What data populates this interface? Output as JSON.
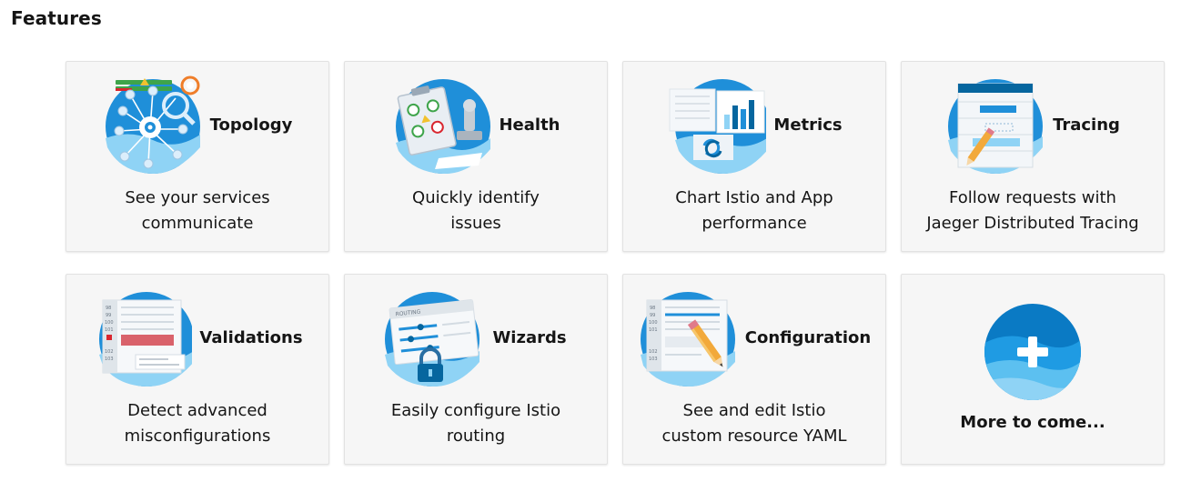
{
  "section": {
    "title": "Features"
  },
  "cards": [
    {
      "title": "Topology",
      "line1": "See your services",
      "line2": "communicate",
      "icon": "topology-icon"
    },
    {
      "title": "Health",
      "line1": "Quickly identify",
      "line2": "issues",
      "icon": "health-icon"
    },
    {
      "title": "Metrics",
      "line1": "Chart Istio and App",
      "line2": "performance",
      "icon": "metrics-icon"
    },
    {
      "title": "Tracing",
      "line1": "Follow requests with",
      "line2": "Jaeger Distributed Tracing",
      "icon": "tracing-icon"
    },
    {
      "title": "Validations",
      "line1": "Detect advanced",
      "line2": "misconfigurations",
      "icon": "validations-icon"
    },
    {
      "title": "Wizards",
      "line1": "Easily configure Istio",
      "line2": "routing",
      "icon": "wizards-icon"
    },
    {
      "title": "Configuration",
      "line1": "See and edit Istio",
      "line2": "custom resource YAML",
      "icon": "configuration-icon"
    }
  ],
  "more": {
    "title": "More to come...",
    "icon": "plus-icon"
  },
  "illustration_labels": {
    "wizards_tab": "ROUTING",
    "line_numbers": [
      "98",
      "99",
      "100",
      "101",
      "102",
      "103"
    ]
  },
  "colors": {
    "circle_blue": "#1f8fd9",
    "light_blue": "#8fd3f5",
    "dark_blue": "#06669f",
    "alert_red": "#d9626b",
    "pencil_orange": "#f2a93b"
  }
}
